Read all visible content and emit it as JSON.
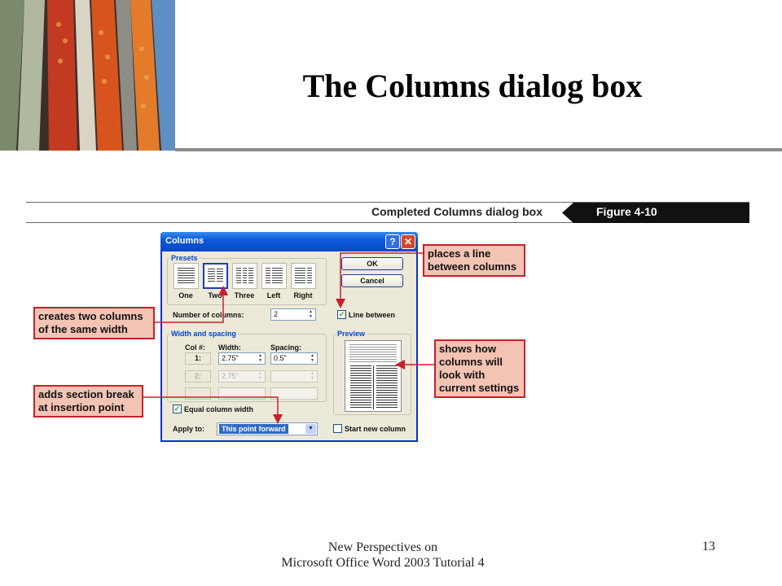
{
  "slide": {
    "title": "The Columns dialog box",
    "footer_line1": "New Perspectives on",
    "footer_line2": "Microsoft Office Word 2003 Tutorial 4",
    "page_number": "13"
  },
  "figure": {
    "caption": "Completed Columns dialog box",
    "number": "Figure 4-10"
  },
  "dialog": {
    "title": "Columns",
    "help_glyph": "?",
    "close_glyph": "✕",
    "presets_label": "Presets",
    "presets": [
      {
        "label": "One"
      },
      {
        "label": "Two"
      },
      {
        "label": "Three"
      },
      {
        "label": "Left"
      },
      {
        "label": "Right"
      }
    ],
    "ok_label": "OK",
    "cancel_label": "Cancel",
    "number_of_columns_label": "Number of columns:",
    "number_of_columns_value": "2",
    "line_between_label": "Line between",
    "line_between_checked": true,
    "width_spacing_label": "Width and spacing",
    "col_header": "Col #:",
    "width_header": "Width:",
    "spacing_header": "Spacing:",
    "rows": [
      {
        "col": "1:",
        "width": "2.75\"",
        "spacing": "0.5\""
      },
      {
        "col": "2:",
        "width": "2.75\"",
        "spacing": ""
      }
    ],
    "preview_label": "Preview",
    "equal_width_label": "Equal column width",
    "equal_width_checked": true,
    "apply_to_label": "Apply to:",
    "apply_to_value": "This point forward",
    "start_new_column_label": "Start new column",
    "start_new_column_checked": false
  },
  "callouts": {
    "line": "places a line between columns",
    "two_columns": "creates two columns of the same width",
    "section_break": "adds section break at insertion point",
    "preview": "shows how columns will look with current settings"
  },
  "colors": {
    "callout_fill": "#f3c3b4",
    "callout_border": "#c8202a",
    "xp_blue": "#0a5ad8"
  }
}
